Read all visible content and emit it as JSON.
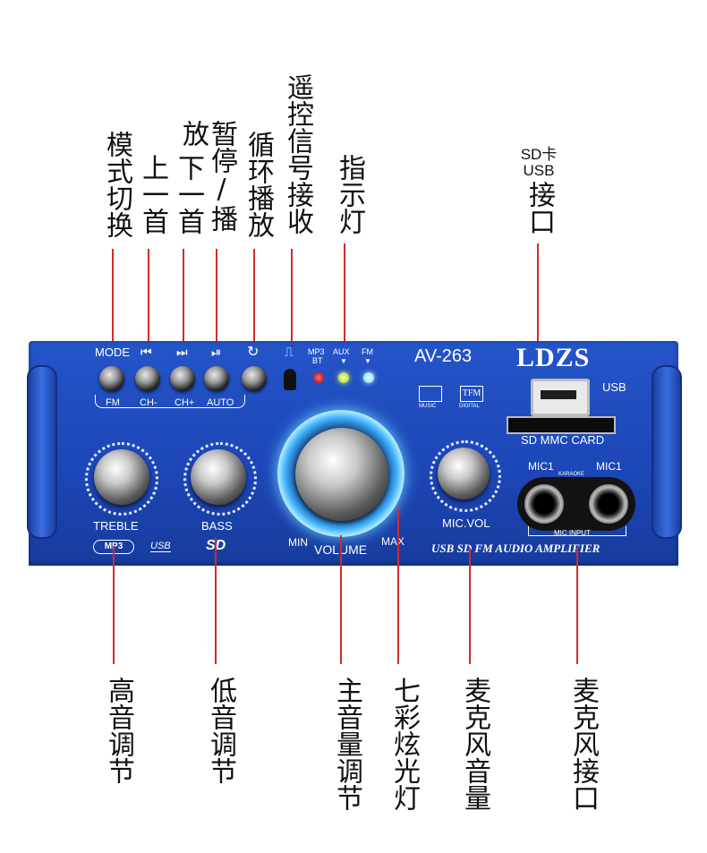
{
  "top_labels": {
    "mode_switch": "模式切换",
    "prev_track": "上一首",
    "next_track": "下一首",
    "pause_play": "暂停/播放",
    "loop": "循环播放",
    "remote_receiver": "遥控信号接收",
    "indicator": "指示灯",
    "sd_usb_line1": "SD卡",
    "sd_usb_line2": "USB",
    "sd_usb_line3": "接口"
  },
  "bottom_labels": {
    "treble": "高音调节",
    "bass": "低音调节",
    "volume": "主音量调节",
    "led_light": "七彩炫光灯",
    "mic_volume": "麦克风音量",
    "mic_input": "麦克风接口"
  },
  "panel": {
    "mode": "MODE",
    "prev_sym": "⏮",
    "next_sym": "⏭",
    "play_sym": "⏯",
    "loop_sym": "↻",
    "ir_sym": "⎍",
    "fm": "FM",
    "ch_minus": "CH-",
    "ch_plus": "CH+",
    "auto": "AUTO",
    "led_mp3": "MP3",
    "led_bt": "BT",
    "led_aux": "AUX",
    "led_fm": "FM",
    "model": "AV-263",
    "brand": "LDZS",
    "mp3play": "MUSIC",
    "digital": "DIGITAL",
    "usb": "USB",
    "sd_card": "SD MMC CARD",
    "treble": "TREBLE",
    "bass": "BASS",
    "min": "MIN",
    "max": "MAX",
    "volume": "VOLUME",
    "mic_vol": "MIC.VOL",
    "mic1_left": "MIC1",
    "mic1_right": "MIC1",
    "karaoke": "KARAOKE",
    "mic_input": "MIC INPUT",
    "mp3_logo": "MP3",
    "usb_logo": "USB",
    "sd_logo": "SD",
    "tagline": "USB SD FM AUDIO AMPLIFIER"
  },
  "colors": {
    "panel_blue": "#1d47b8",
    "pointer_line": "#d42a2a",
    "led_red": "#d01818",
    "led_green": "#c8f03a",
    "led_cyan": "#8fe8ff",
    "volume_glow": "#7fd6ff"
  }
}
